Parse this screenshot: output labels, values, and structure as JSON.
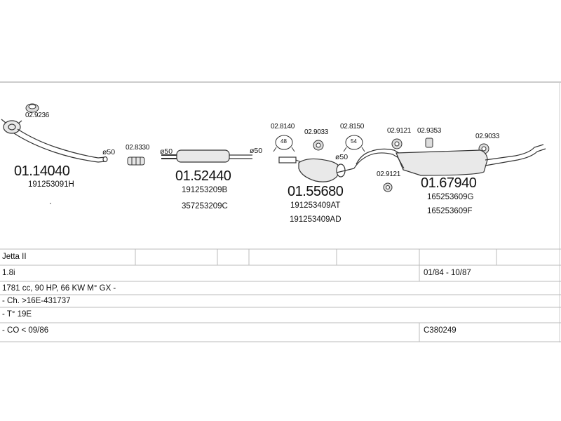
{
  "diagram": {
    "parts": [
      {
        "id": "p1",
        "code": "01.14040",
        "oem": [
          "191253091H"
        ]
      },
      {
        "id": "p2",
        "code": "01.52440",
        "oem": [
          "191253209B",
          "357253209C"
        ]
      },
      {
        "id": "p3",
        "code": "01.55680",
        "oem": [
          "191253409AT",
          "191253409AD"
        ]
      },
      {
        "id": "p4",
        "code": "01.67940",
        "oem": [
          "165253609G",
          "165253609F"
        ]
      }
    ],
    "accessories": [
      "02.9236",
      "02.8330",
      "02.8140",
      "02.9033",
      "02.8150",
      "02.9121",
      "02.9353",
      "02.9033",
      "02.9121"
    ],
    "diameters": [
      "ø50",
      "ø50",
      "ø50",
      "ø50"
    ],
    "clamp_labels": [
      "48",
      "54"
    ]
  },
  "table": {
    "model": "Jetta II",
    "engine": "1.8i",
    "dates": "01/84 - 10/87",
    "spec": "1781 cc, 90 HP, 66 KW M° GX -",
    "chassis": "- Ch. >16E-431737",
    "type": "- T° 19E",
    "co": "- CO < 09/86",
    "ref": "C380249"
  }
}
